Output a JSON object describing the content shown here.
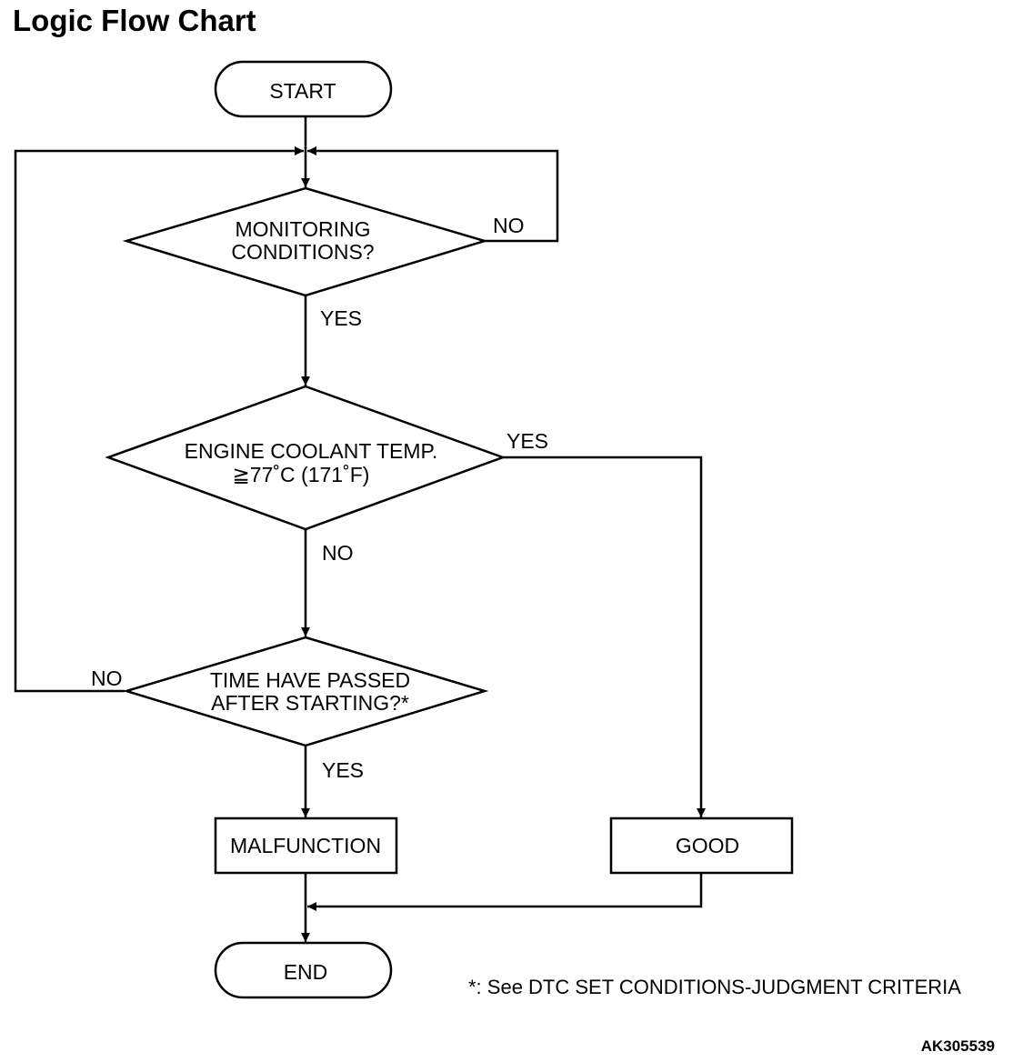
{
  "title": "Logic Flow Chart",
  "nodes": {
    "start": "START",
    "monitoring": [
      "MONITORING",
      "CONDITIONS?"
    ],
    "coolant": [
      "ENGINE COOLANT TEMP.",
      "≧77˚C (171˚F)"
    ],
    "time": [
      "TIME HAVE PASSED",
      "AFTER STARTING?*"
    ],
    "malfunction": "MALFUNCTION",
    "good": "GOOD",
    "end": "END"
  },
  "edges": {
    "monitoring_no": "NO",
    "monitoring_yes": "YES",
    "coolant_yes": "YES",
    "coolant_no": "NO",
    "time_no": "NO",
    "time_yes": "YES"
  },
  "footnote": "*: See DTC SET CONDITIONS-JUDGMENT CRITERIA",
  "figure_code": "AK305539"
}
